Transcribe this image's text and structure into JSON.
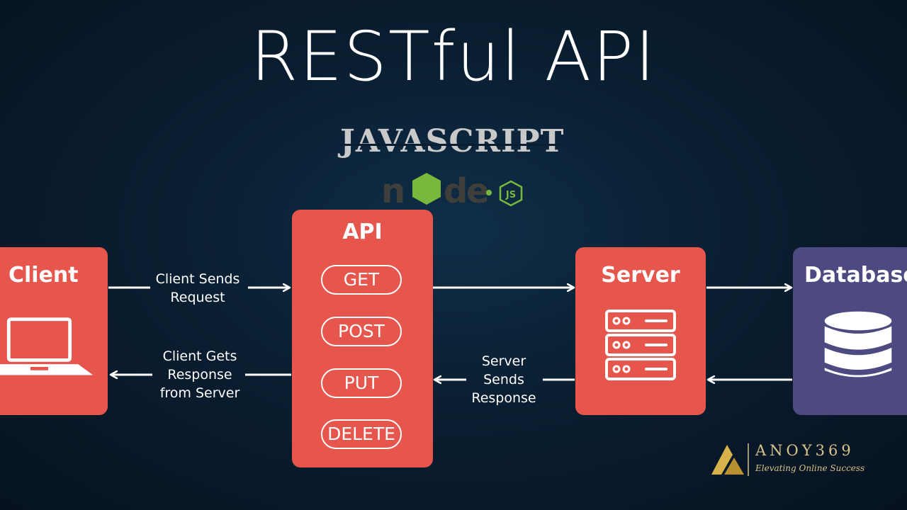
{
  "title": "RESTful API",
  "tech": {
    "javascript": "JAVASCRIPT",
    "node": "node",
    "js_badge": "JS"
  },
  "nodes": {
    "client": "Client",
    "api": "API",
    "server": "Server",
    "database": "Database"
  },
  "api_methods": [
    "GET",
    "POST",
    "PUT",
    "DELETE"
  ],
  "edges": {
    "client_to_api": [
      "Client Sends",
      "Request"
    ],
    "api_to_client": [
      "Client Gets",
      "Response",
      "from Server"
    ],
    "server_to_api": [
      "Server",
      "Sends",
      "Response"
    ]
  },
  "brand": {
    "name": "ANOY369",
    "tagline": "Elevating Online Success"
  },
  "colors": {
    "background": "#0a1e31",
    "box_red": "#e6564d",
    "database_purple": "#4d4a82",
    "node_green": "#78b83c",
    "brand_gold": "#d8c38a"
  },
  "icons": [
    "laptop-icon",
    "server-rack-icon",
    "database-icon",
    "node-hexagon-icon",
    "brand-logo-icon"
  ]
}
